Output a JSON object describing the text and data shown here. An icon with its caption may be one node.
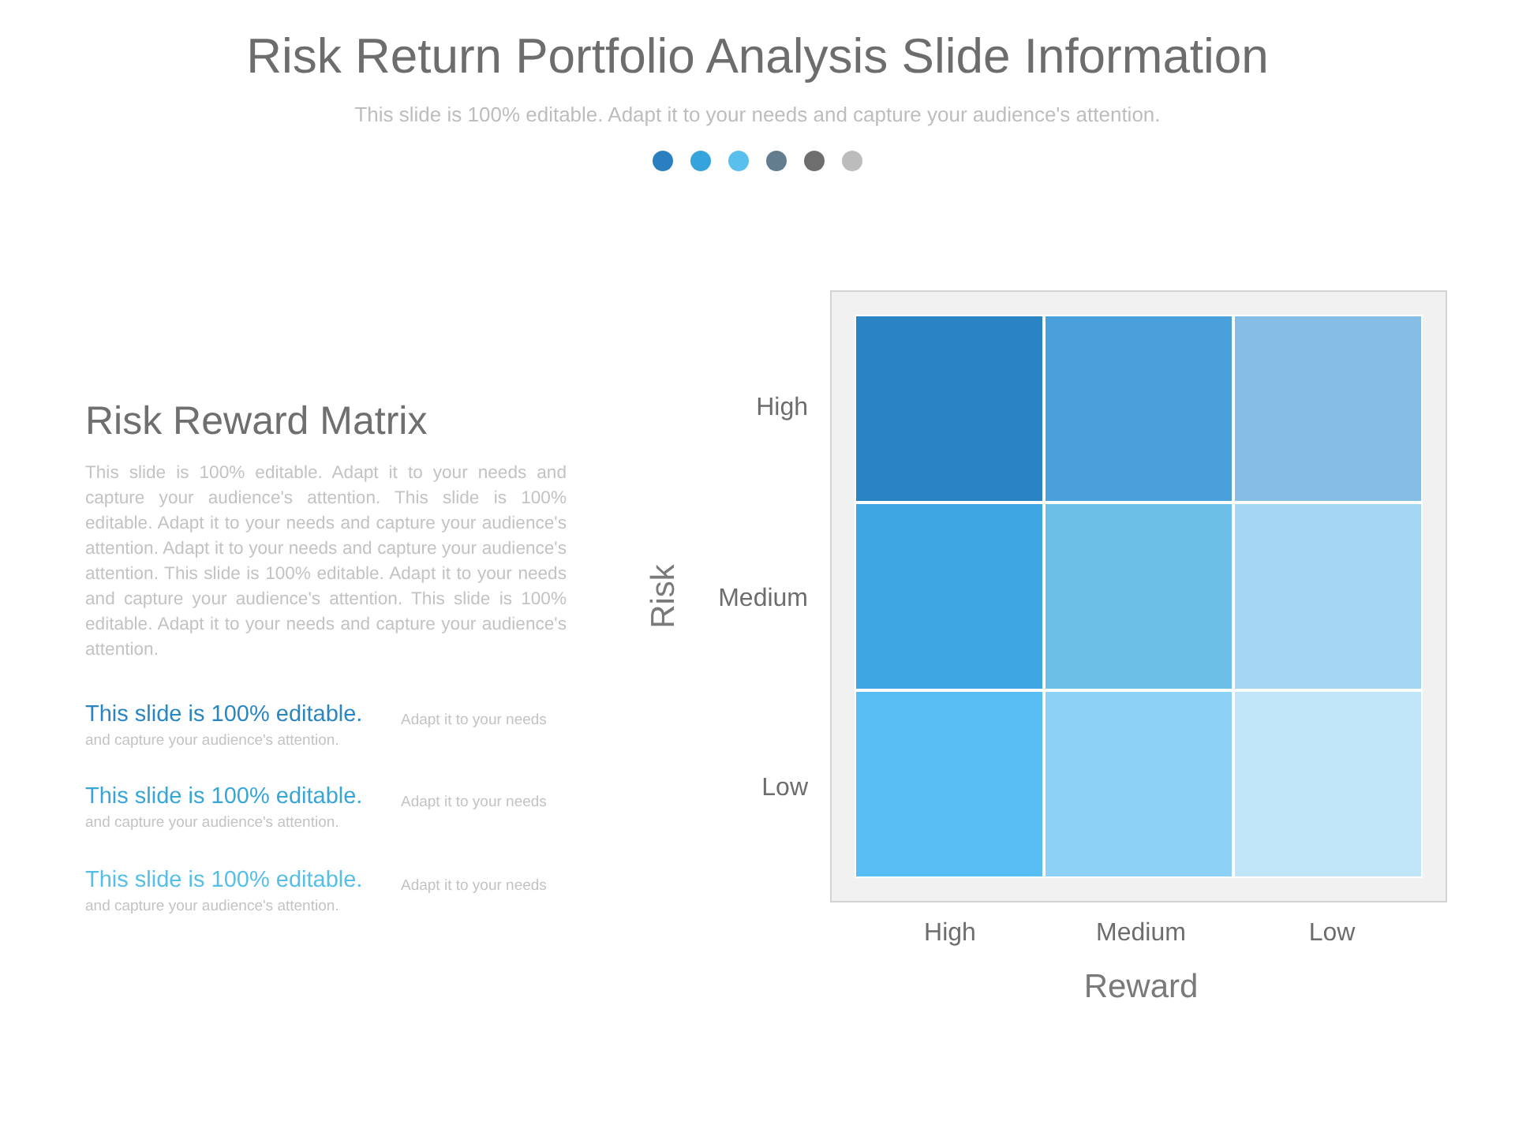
{
  "diagram": {
    "title": "Risk Return Portfolio Analysis Slide Information",
    "labels": [
      "This slide is 100% editable. Adapt it to your needs and capture your audience's attention.",
      "Risk Reward Matrix",
      "This slide is 100% editable. Adapt it to your needs and capture your audience's attention. This slide is 100% editable. Adapt it to your needs and capture your audience's attention. Adapt it to your needs and capture your audience's attention. This slide is 100% editable. Adapt it to your needs and capture your audience's attention. This slide is 100% editable. Adapt it to your needs and capture your audience's attention.",
      "This slide is 100% editable.",
      "Adapt it to your needs and capture your audience's attention.",
      "This slide is 100% editable.",
      "Adapt it to your needs and capture your audience's attention.",
      "This slide is 100% editable.",
      "Adapt it to your needs and capture your audience's attention.",
      "High",
      "Risk",
      "Medium",
      "Low",
      "High",
      "Medium",
      "Low",
      "Reward"
    ]
  }
}
